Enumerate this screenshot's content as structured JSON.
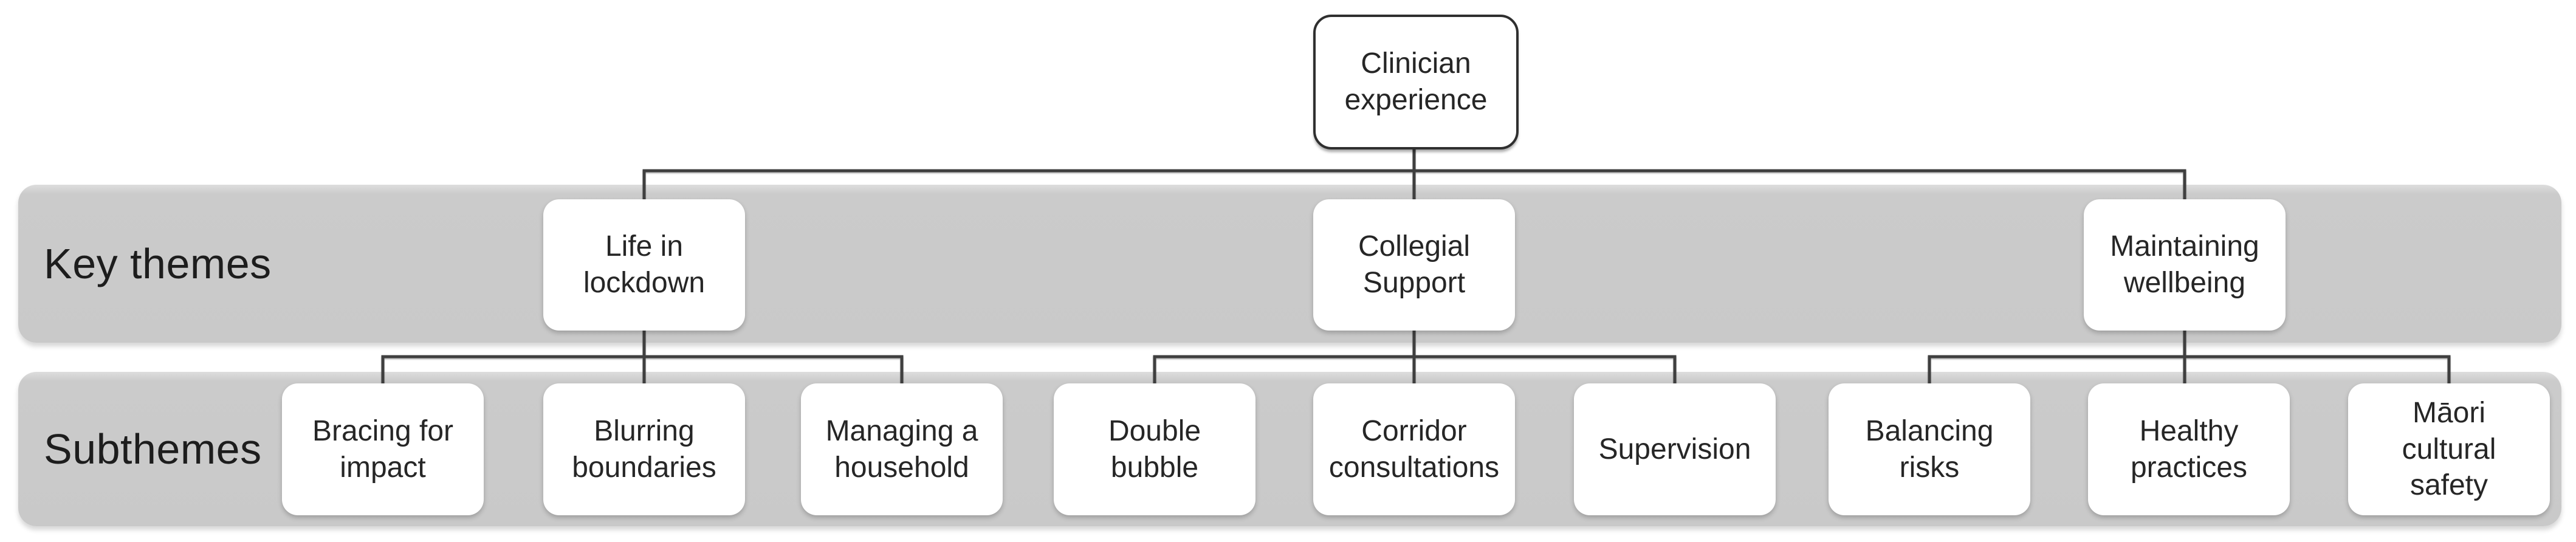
{
  "colors": {
    "page-bg": "#ffffff",
    "band-bg": "#cbcbcb",
    "box-bg": "#ffffff",
    "root-border": "#2f2f2f",
    "connector": "#3f3f3f",
    "text": "#262626"
  },
  "tree": {
    "root": {
      "label": "Clinician\nexperience"
    },
    "rows": [
      {
        "label": "Key themes",
        "nodes": [
          {
            "label": "Life in\nlockdown"
          },
          {
            "label": "Collegial\nSupport"
          },
          {
            "label": "Maintaining\nwellbeing"
          }
        ]
      },
      {
        "label": "Subthemes",
        "nodes": [
          {
            "label": "Bracing for\nimpact"
          },
          {
            "label": "Blurring\nboundaries"
          },
          {
            "label": "Managing a\nhousehold"
          },
          {
            "label": "Double\nbubble"
          },
          {
            "label": "Corridor\nconsultations"
          },
          {
            "label": "Supervision"
          },
          {
            "label": "Balancing\nrisks"
          },
          {
            "label": "Healthy\npractices"
          },
          {
            "label": "Māori\ncultural\nsafety"
          }
        ]
      }
    ]
  }
}
